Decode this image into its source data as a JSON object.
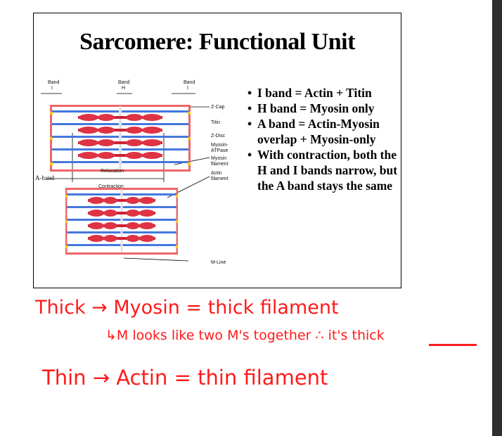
{
  "slide": {
    "title": "Sarcomere: Functional Unit",
    "bullets": [
      "I band = Actin + Titin",
      "H band = Myosin only",
      "A band = Actin-Myosin overlap + Myosin-only",
      "With contraction, both the H and I bands narrow, but the A band stays the same"
    ]
  },
  "diagram": {
    "top_labels": [
      {
        "band": "Band",
        "letter": "I"
      },
      {
        "band": "Band",
        "letter": "H"
      },
      {
        "band": "Band",
        "letter": "I"
      }
    ],
    "right_labels": [
      "Z-Cap",
      "Titin",
      "Z-Disc",
      "Myosin-",
      "ATPase",
      "Myosin",
      "filament",
      "Actin",
      "filament"
    ],
    "a_band_label": "A-band",
    "relaxation_label": "Relaxation",
    "contraction_label": "Contraction",
    "m_line_label": "M-Line"
  },
  "notes": {
    "line1": "Thick → Myosin = thick filament",
    "line2": "↳M looks like two M's together ∴ it's thick",
    "line3": "Thin → Actin = thin filament",
    "ink_color": "#ff1a1a"
  }
}
